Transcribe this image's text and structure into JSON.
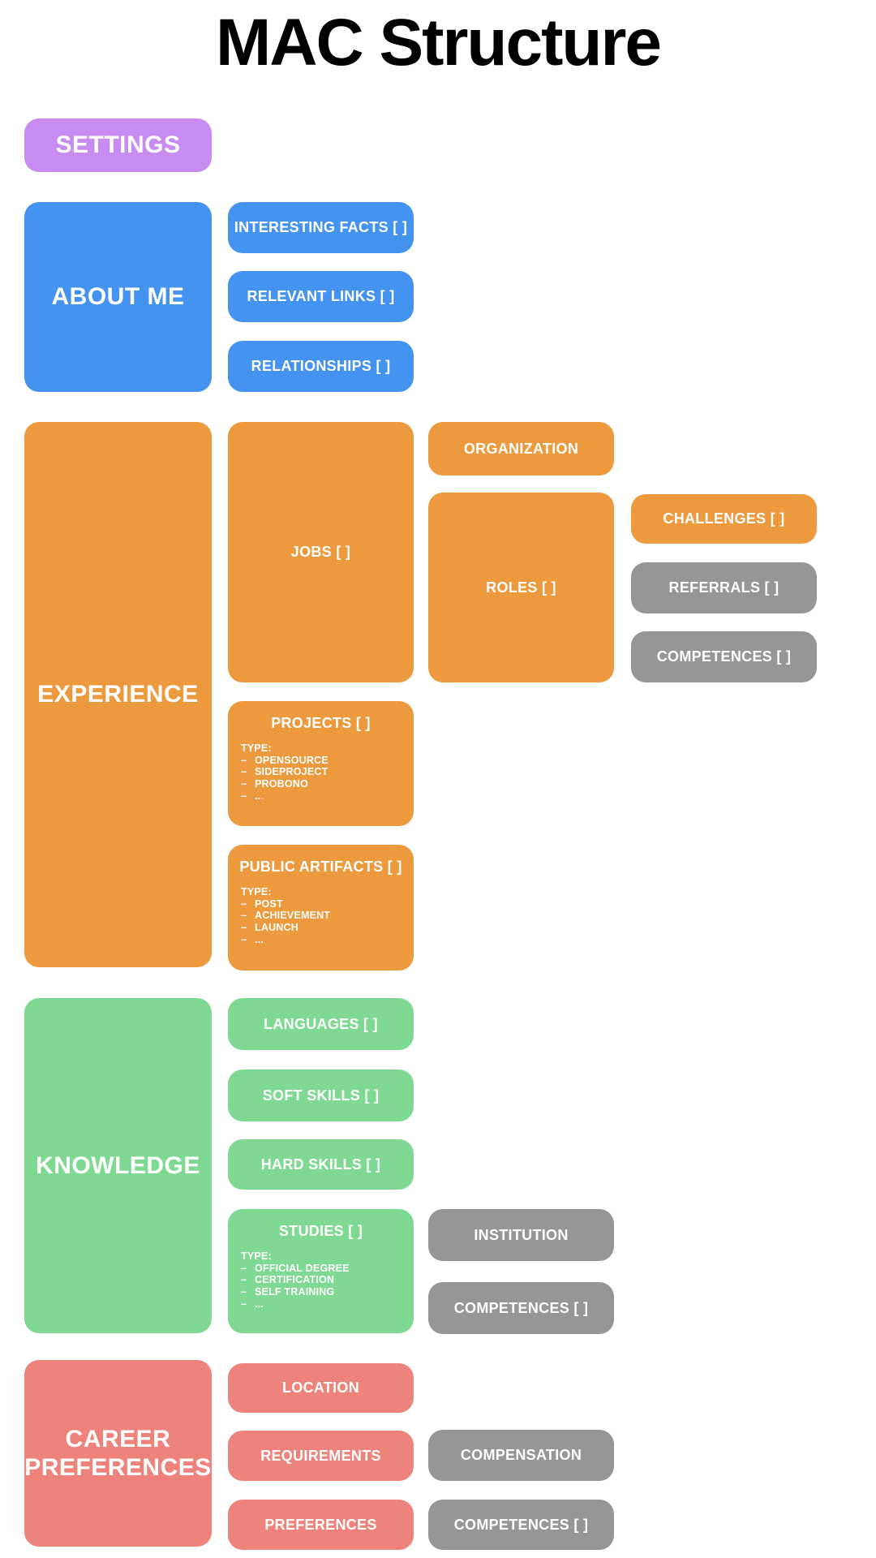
{
  "page": {
    "title": "MAC Structure"
  },
  "colors": {
    "purple": "#C78BF2",
    "blue": "#4493F0",
    "orange": "#ED9A3E",
    "green": "#80D992",
    "salmon": "#EE837B",
    "gray": "#969696",
    "node_text": "#ffffff",
    "title_text": "#000000",
    "page_bg": "#ffffff"
  },
  "settings": {
    "label": "SETTINGS"
  },
  "about_me": {
    "label": "ABOUT ME",
    "interesting_facts": "INTERESTING FACTS [ ]",
    "relevant_links": "RELEVANT LINKS [ ]",
    "relationships": "RELATIONSHIPS [ ]"
  },
  "experience": {
    "label": "EXPERIENCE",
    "jobs": {
      "label": "JOBS [ ]",
      "organization": "ORGANIZATION",
      "roles": {
        "label": "ROLES [ ]",
        "challenges": "CHALLENGES [ ]",
        "referrals": "REFERRALS [ ]",
        "competences": "COMPETENCES [ ]"
      }
    },
    "projects": {
      "label": "PROJECTS [ ]",
      "type_heading": "TYPE:",
      "bullet": "–",
      "types": [
        "OPENSOURCE",
        "SIDEPROJECT",
        "PROBONO",
        "..."
      ]
    },
    "public_artifacts": {
      "label": "PUBLIC ARTIFACTS [ ]",
      "type_heading": "TYPE:",
      "bullet": "–",
      "types": [
        "POST",
        "ACHIEVEMENT",
        "LAUNCH",
        "..."
      ]
    }
  },
  "knowledge": {
    "label": "KNOWLEDGE",
    "languages": "LANGUAGES [ ]",
    "soft_skills": "SOFT SKILLS [ ]",
    "hard_skills": "HARD SKILLS [ ]",
    "studies": {
      "label": "STUDIES [ ]",
      "type_heading": "TYPE:",
      "bullet": "–",
      "types": [
        "OFFICIAL DEGREE",
        "CERTIFICATION",
        "SELF TRAINING",
        "..."
      ],
      "institution": "INSTITUTION",
      "competences": "COMPETENCES [ ]"
    }
  },
  "career_preferences": {
    "label": "CAREER PREFERENCES",
    "location": "LOCATION",
    "requirements": {
      "label": "REQUIREMENTS",
      "compensation": "COMPENSATION",
      "competences": "COMPETENCES [ ]"
    },
    "preferences": "PREFERENCES"
  }
}
